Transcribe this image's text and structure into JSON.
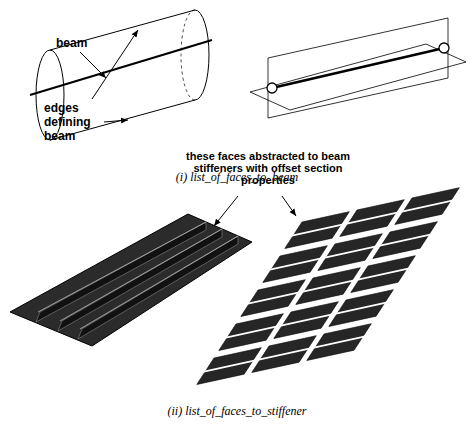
{
  "diagram": {
    "labels": [
      "beam",
      "edges defining beam",
      "(i) list_of_faces_to_beam",
      "these faces abstracted to beam stiffeners with offset section properties",
      "(ii) list_of_faces_to_stiffener"
    ]
  }
}
